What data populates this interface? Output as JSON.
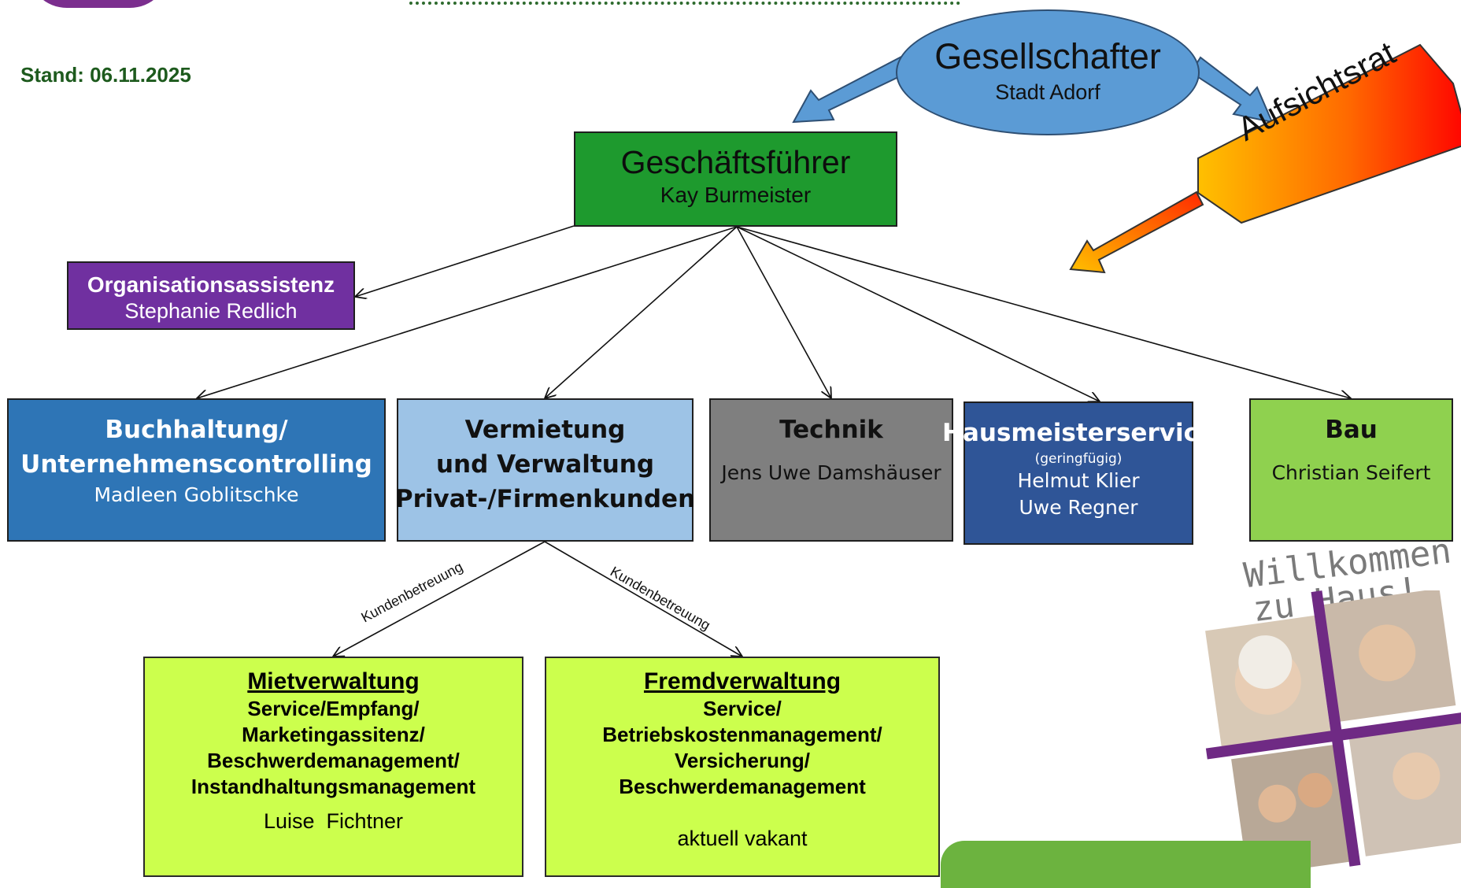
{
  "stand": "Stand: 06.11.2025",
  "gesellschafter": {
    "title": "Gesellschafter",
    "name": "Stadt Adorf"
  },
  "aufsichtsrat": "Aufsichtsrat",
  "geschaeftsfuehrer": {
    "title": "Geschäftsführer",
    "name": "Kay Burmeister"
  },
  "organisationsassistenz": {
    "title": "Organisationsassistenz",
    "name": "Stephanie Redlich"
  },
  "departments": [
    {
      "lines": [
        "Buchhaltung/",
        "Unternehmenscontrolling"
      ],
      "people": [
        "Madleen Goblitschke"
      ]
    },
    {
      "lines": [
        "Vermietung",
        "und Verwaltung",
        "Privat-/Firmenkunden"
      ],
      "people": []
    },
    {
      "lines": [
        "Technik"
      ],
      "people": [
        "Jens Uwe Damshäuser"
      ]
    },
    {
      "lines": [
        "Hausmeisterservice"
      ],
      "note": "(geringfügig)",
      "people": [
        "Helmut Klier",
        "Uwe Regner"
      ]
    },
    {
      "lines": [
        "Bau"
      ],
      "people": [
        "Christian Seifert"
      ]
    }
  ],
  "edge_label": "Kundenbetreuung",
  "mietverwaltung": {
    "title": "Mietverwaltung",
    "lines": [
      "Service/Empfang/",
      "Marketingassitenz/",
      "Beschwerdemanagement/",
      "Instandhaltungsmanagement"
    ],
    "person": "Luise  Fichtner"
  },
  "fremdverwaltung": {
    "title": "Fremdverwaltung",
    "lines": [
      "Service/",
      "Betriebskostenmanagement/",
      "Versicherung/",
      "Beschwerdemanagement"
    ],
    "person": "aktuell vakant"
  },
  "willkommen": [
    "Willkommen",
    "zu Haus!"
  ],
  "colors": {
    "gesellschafter": "#5b9bd5",
    "geschaeftsfuehrer": "#1e9a2e",
    "organisationsassistenz": "#7030a0",
    "buchhaltung": "#2e75b6",
    "vermietung": "#9dc3e6",
    "technik": "#7f7f7f",
    "hausmeister": "#2f5597",
    "bau": "#8fd14f",
    "verwaltung": "#ccff4d",
    "aufsichtsrat_from": "#ffc000",
    "aufsichtsrat_to": "#ff0000"
  }
}
